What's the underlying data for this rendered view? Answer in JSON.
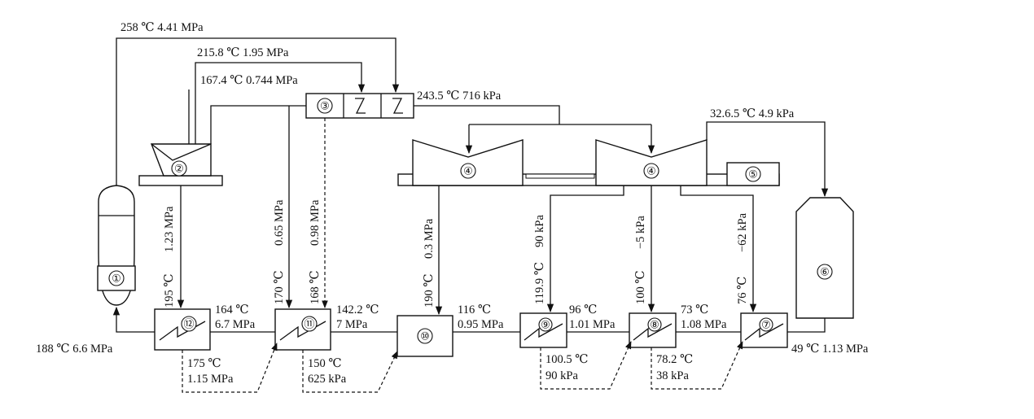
{
  "labels": {
    "main_steam": "258 ℃  4.41 MPa",
    "steam_215": "215.8 ℃  1.95 MPa",
    "steam_167": "167.4 ℃  0.744 MPa",
    "reheat_out": "243.5 ℃  716 kPa",
    "exhaust": "32.6.5 ℃  4.9 kPa",
    "hp_extraction": "1.23 MPa",
    "hp_extraction_temp": "195 ℃",
    "ext_065": "0.65 MPa",
    "ext_065_temp": "170 ℃",
    "ext_098": "0.98 MPa",
    "ext_098_temp": "168 ℃",
    "ext_03": "0.3 MPa",
    "ext_03_temp": "190 ℃",
    "ext_90": "90 kPa",
    "ext_90_temp": "119.9 ℃",
    "ext_m5": "−5 kPa",
    "ext_m5_temp": "100 ℃",
    "ext_m62": "−62 kPa",
    "ext_m62_temp": "76 ℃",
    "feed_188": "188 ℃  6.6 MPa",
    "fw_164_t": "164 ℃",
    "fw_164_p": "6.7 MPa",
    "fw_142_t": "142.2 ℃",
    "fw_142_p": "7 MPa",
    "fw_116_t": "116 ℃",
    "fw_116_p": "0.95 MPa",
    "fw_96_t": "96 ℃",
    "fw_96_p": "1.01 MPa",
    "fw_73_t": "73 ℃",
    "fw_73_p": "1.08 MPa",
    "fw_49": "49 ℃  1.13 MPa",
    "drain_175_t": "175 ℃",
    "drain_175_p": "1.15 MPa",
    "drain_150_t": "150 ℃",
    "drain_150_p": "625 kPa",
    "drain_100_t": "100.5 ℃",
    "drain_100_p": "90 kPa",
    "drain_78_t": "78.2 ℃",
    "drain_78_p": "38 kPa"
  },
  "components": {
    "c1": "①",
    "c2": "②",
    "c3": "③",
    "c4a": "④",
    "c4b": "④",
    "c5": "⑤",
    "c6": "⑥",
    "c7": "⑦",
    "c8": "⑧",
    "c9": "⑨",
    "c10": "⑩",
    "c11": "⑪",
    "c12": "⑫"
  }
}
